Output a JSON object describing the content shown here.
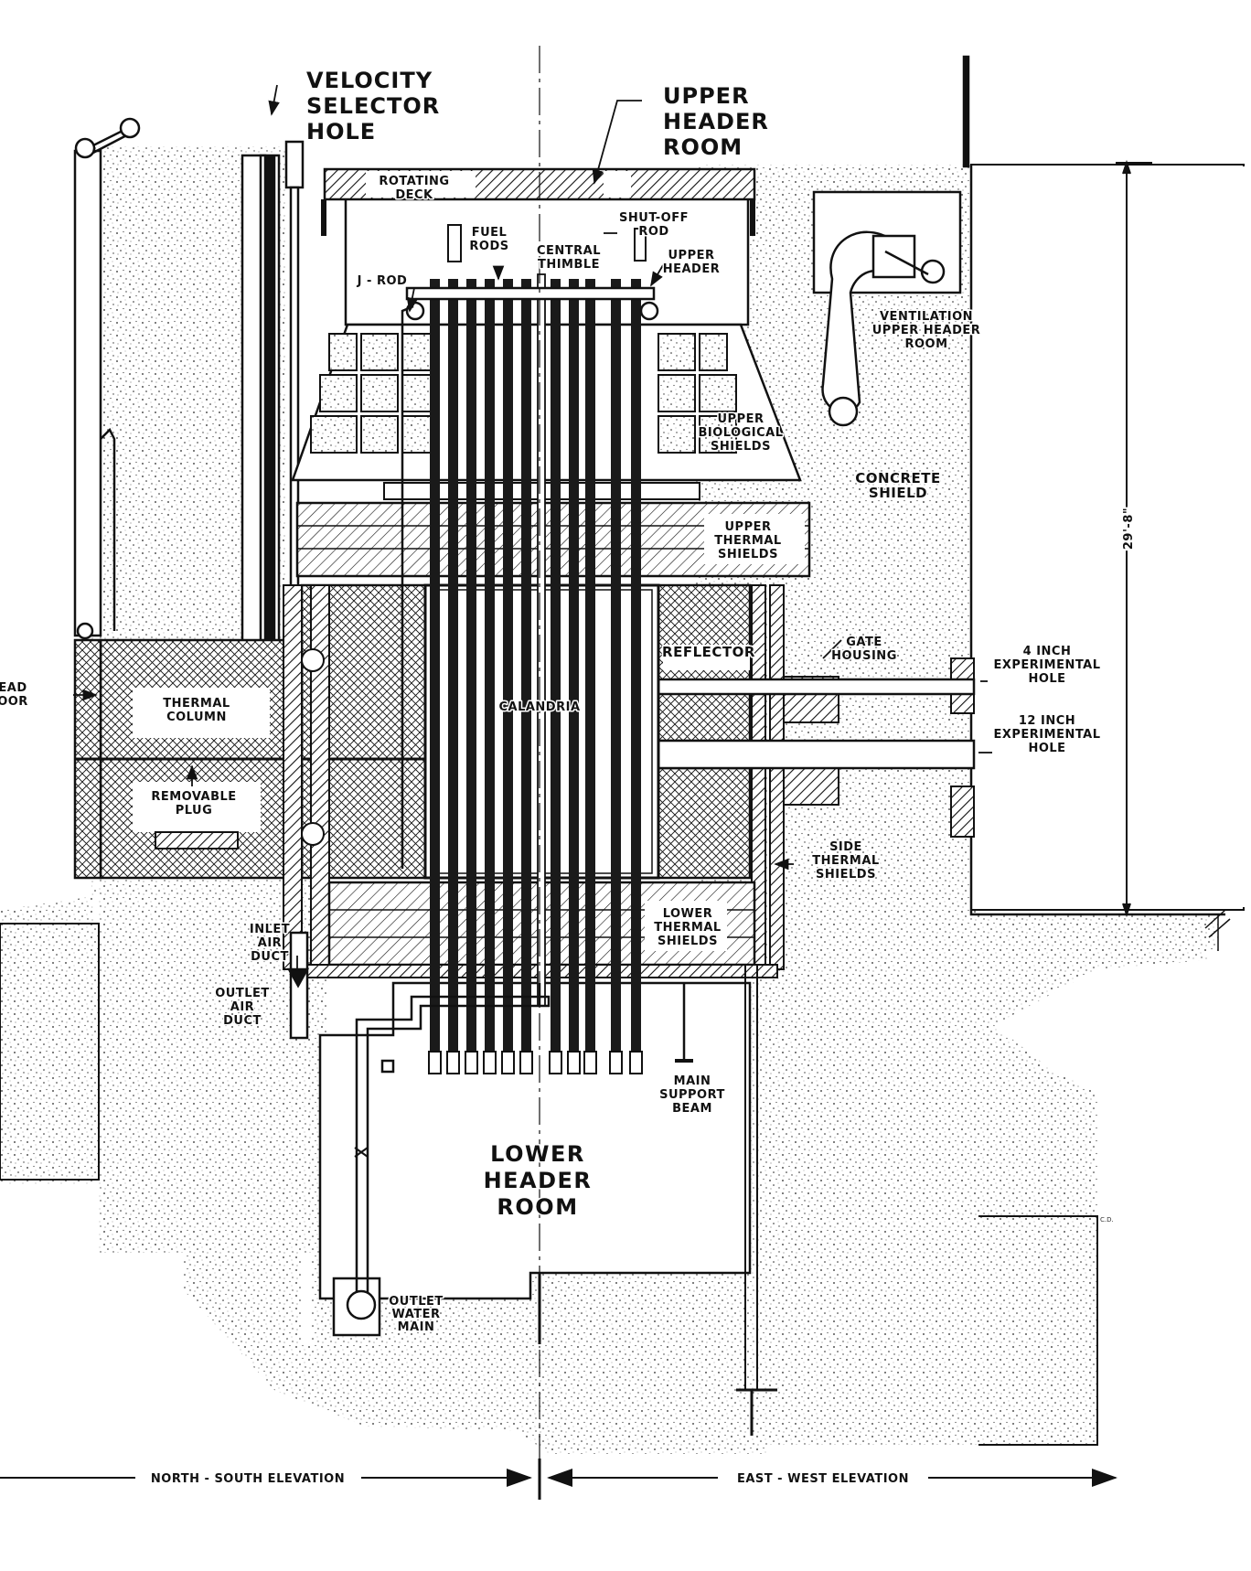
{
  "labels": {
    "velocity_selector_hole": [
      "VELOCITY",
      "SELECTOR",
      "HOLE"
    ],
    "upper_header_room": [
      "UPPER",
      "HEADER",
      "ROOM"
    ],
    "rotating_deck": [
      "ROTATING",
      "DECK"
    ],
    "fuel_rods": [
      "FUEL",
      "RODS"
    ],
    "central_thimble": [
      "CENTRAL",
      "THIMBLE"
    ],
    "shut_off_rod": [
      "SHUT-OFF",
      "ROD"
    ],
    "upper_header": [
      "UPPER",
      "HEADER"
    ],
    "j_rod": "J - ROD",
    "ventilation_upper_header_room": [
      "VENTILATION",
      "UPPER HEADER",
      "ROOM"
    ],
    "upper_biological_shields": [
      "UPPER",
      "BIOLOGICAL",
      "SHIELDS"
    ],
    "concrete_shield": [
      "CONCRETE",
      "SHIELD"
    ],
    "upper_thermal_shields": [
      "UPPER",
      "THERMAL",
      "SHIELDS"
    ],
    "dimension": "29'-8\"",
    "reflector": "REFLECTOR",
    "gate_housing": [
      "GATE",
      "HOUSING"
    ],
    "four_inch_hole": [
      "4 INCH",
      "EXPERIMENTAL",
      "HOLE"
    ],
    "twelve_inch_hole": [
      "12 INCH",
      "EXPERIMENTAL",
      "HOLE"
    ],
    "lead_door": [
      "EAD",
      "OOR"
    ],
    "thermal_column": [
      "THERMAL",
      "COLUMN"
    ],
    "calandria": "CALANDRIA",
    "removable_plug": [
      "REMOVABLE",
      "PLUG"
    ],
    "side_thermal_shields": [
      "SIDE",
      "THERMAL",
      "SHIELDS"
    ],
    "inlet_air_duct": [
      "INLET",
      "AIR",
      "DUCT"
    ],
    "lower_thermal_shields": [
      "LOWER",
      "THERMAL",
      "SHIELDS"
    ],
    "outlet_air_duct": [
      "OUTLET",
      "AIR",
      "DUCT"
    ],
    "main_support_beam": [
      "MAIN",
      "SUPPORT",
      "BEAM"
    ],
    "lower_header_room": [
      "LOWER",
      "HEADER",
      "ROOM"
    ],
    "outlet_water_main": [
      "OUTLET",
      "WATER",
      "MAIN"
    ],
    "initials": "C.D.",
    "north_south_elevation": "NORTH - SOUTH  ELEVATION",
    "east_west_elevation": "EAST - WEST  ELEVATION"
  },
  "colors": {
    "ink": "#111111",
    "paper": "#ffffff",
    "fuel_rod": "#1a1a1a"
  }
}
